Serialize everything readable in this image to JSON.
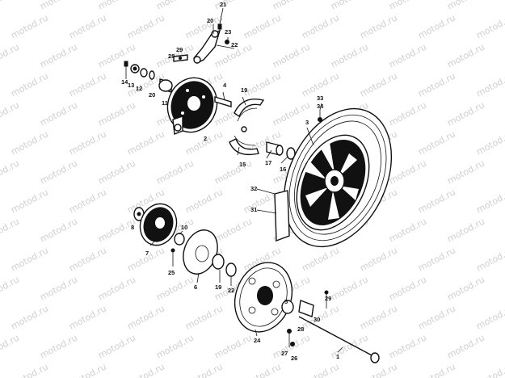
{
  "watermark": "motod.ru",
  "part_numbers": {
    "p1": "1",
    "p2": "2",
    "p3": "3",
    "p4": "4",
    "p5": "5",
    "p6": "6",
    "p7": "7",
    "p8": "8",
    "p10": "10",
    "p11": "11",
    "p12": "12",
    "p13": "13",
    "p14": "14",
    "p15": "15",
    "p16": "16",
    "p17": "17",
    "p19a": "19",
    "p19b": "19",
    "p20": "20",
    "p21": "21",
    "p22": "22",
    "p23": "23",
    "p24": "24",
    "p25": "25",
    "p26": "26",
    "p27": "27",
    "p28": "28",
    "p29a": "29",
    "p29b": "29",
    "p30": "30",
    "p31": "31",
    "p32": "32",
    "p33": "33",
    "p34": "34"
  }
}
